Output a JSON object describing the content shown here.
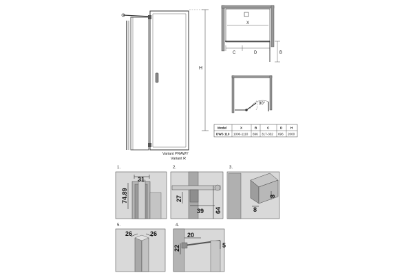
{
  "variant": {
    "line1": "Variant PRAWY",
    "line2": "Variant R"
  },
  "front_view": {
    "height_label": "H"
  },
  "top_view": {
    "labels": [
      "X",
      "C",
      "D",
      "B"
    ]
  },
  "open_view": {
    "angle_label": "90°"
  },
  "spec_table": {
    "headers": [
      "Model",
      "X",
      "B",
      "C",
      "D",
      "H"
    ],
    "rows": [
      [
        "DWS 110",
        "1000-1110",
        "696",
        "317-332",
        "696",
        "2000"
      ]
    ]
  },
  "details": [
    {
      "label": "1.",
      "dims": [
        "31",
        "74.89"
      ]
    },
    {
      "label": "2.",
      "dims": [
        "27",
        "39",
        "64"
      ]
    },
    {
      "label": "3.",
      "dims": [
        "8",
        "8"
      ]
    },
    {
      "label": "5.",
      "dims": [
        "26",
        "26"
      ]
    },
    {
      "label": "4.",
      "dims": [
        "20",
        "22",
        "5"
      ]
    }
  ],
  "colors": {
    "line": "#333333",
    "photo_bg": "#d9d9d9",
    "panel_border": "#555555"
  }
}
